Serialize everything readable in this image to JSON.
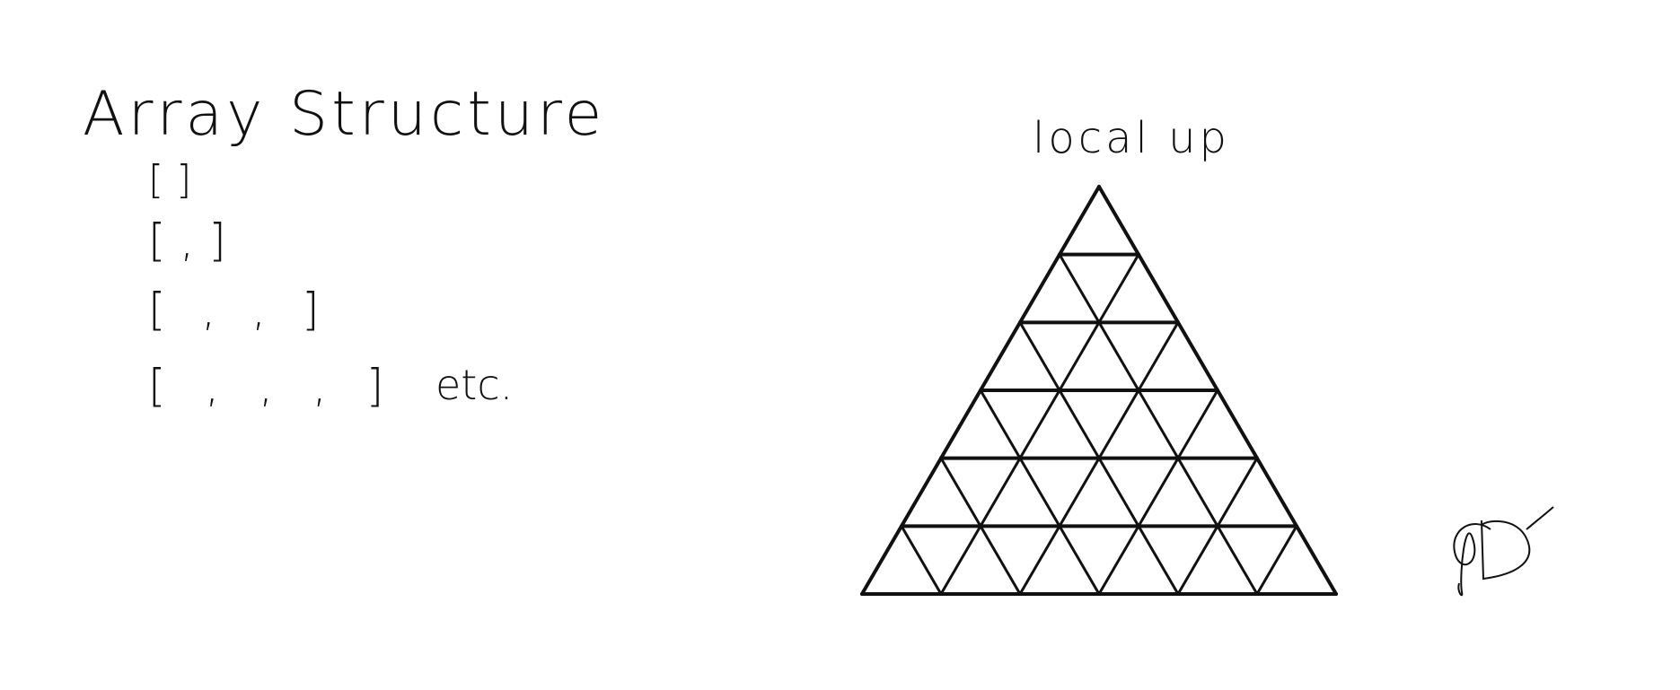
{
  "title": "Array Structure",
  "array_examples": [
    "[ ]",
    "[ , ]",
    "[ , , ]",
    "[ , , , ]"
  ],
  "etc_label": "etc.",
  "triangle_label": "local up",
  "triangle": {
    "rows": 6
  },
  "signature": "JD",
  "colors": {
    "ink": "#111111",
    "background": "#ffffff"
  }
}
